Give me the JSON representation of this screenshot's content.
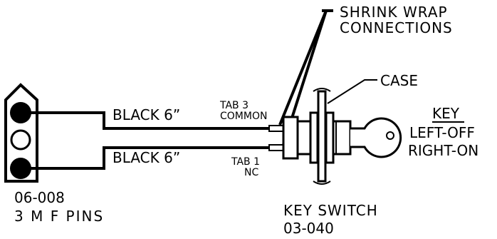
{
  "connector": {
    "part_number": "06-008",
    "description": "3 M F PINS"
  },
  "wires": {
    "top_label": "BLACK 6”",
    "bottom_label": "BLACK 6”"
  },
  "tabs": {
    "tab3_line1": "TAB 3",
    "tab3_line2": "COMMON",
    "tab1_line1": "TAB 1",
    "tab1_line2": "NC"
  },
  "callouts": {
    "shrink_line1": "SHRINK WRAP",
    "shrink_line2": "CONNECTIONS",
    "case": "CASE"
  },
  "legend": {
    "title": "KEY",
    "line1": "LEFT-OFF",
    "line2": "RIGHT-ON"
  },
  "switch": {
    "name": "KEY SWITCH",
    "part_number": "03-040"
  }
}
